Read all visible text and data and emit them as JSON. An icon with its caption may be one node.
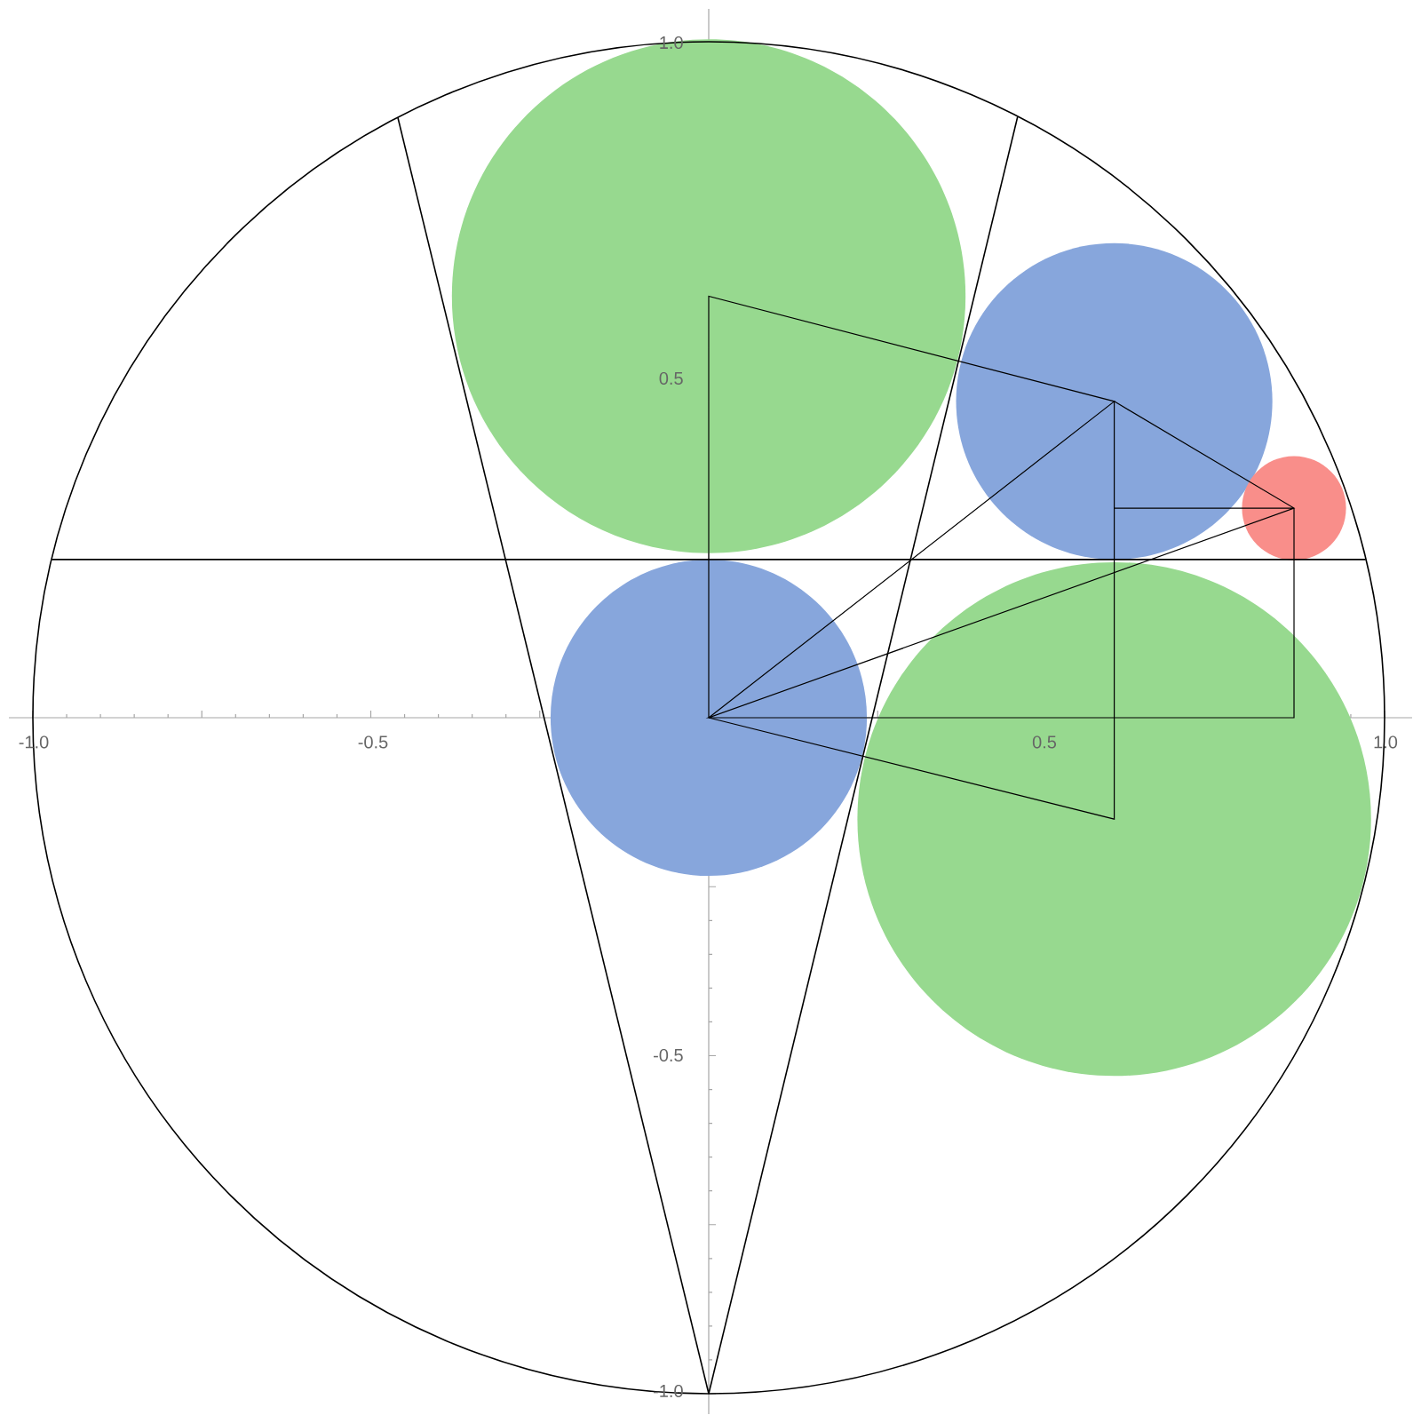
{
  "diagram": {
    "labels": [
      "1.0",
      "0.5",
      "-1.0",
      "-0.5",
      "0.5",
      "1.0",
      "-0.5",
      "-1.0"
    ]
  }
}
